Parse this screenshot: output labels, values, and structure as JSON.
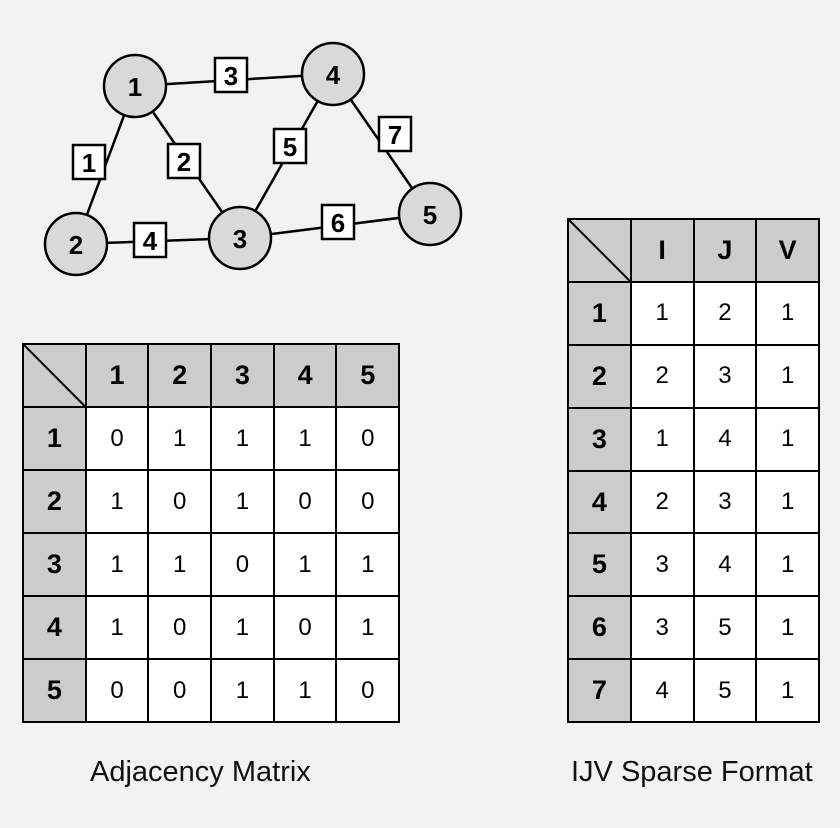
{
  "graph": {
    "nodes": [
      {
        "id": "1",
        "label": "1"
      },
      {
        "id": "2",
        "label": "2"
      },
      {
        "id": "3",
        "label": "3"
      },
      {
        "id": "4",
        "label": "4"
      },
      {
        "id": "5",
        "label": "5"
      }
    ],
    "edges": [
      {
        "from": "1",
        "to": "2",
        "label": "1"
      },
      {
        "from": "1",
        "to": "3",
        "label": "2"
      },
      {
        "from": "1",
        "to": "4",
        "label": "3"
      },
      {
        "from": "2",
        "to": "3",
        "label": "4"
      },
      {
        "from": "3",
        "to": "4",
        "label": "5"
      },
      {
        "from": "3",
        "to": "5",
        "label": "6"
      },
      {
        "from": "4",
        "to": "5",
        "label": "7"
      }
    ]
  },
  "adjacency": {
    "col_headers": [
      "1",
      "2",
      "3",
      "4",
      "5"
    ],
    "row_headers": [
      "1",
      "2",
      "3",
      "4",
      "5"
    ],
    "rows": [
      [
        "0",
        "1",
        "1",
        "1",
        "0"
      ],
      [
        "1",
        "0",
        "1",
        "0",
        "0"
      ],
      [
        "1",
        "1",
        "0",
        "1",
        "1"
      ],
      [
        "1",
        "0",
        "1",
        "0",
        "1"
      ],
      [
        "0",
        "0",
        "1",
        "1",
        "0"
      ]
    ],
    "caption": "Adjacency Matrix"
  },
  "ijv": {
    "col_headers": [
      "I",
      "J",
      "V"
    ],
    "row_headers": [
      "1",
      "2",
      "3",
      "4",
      "5",
      "6",
      "7"
    ],
    "rows": [
      [
        "1",
        "2",
        "1"
      ],
      [
        "2",
        "3",
        "1"
      ],
      [
        "1",
        "4",
        "1"
      ],
      [
        "2",
        "3",
        "1"
      ],
      [
        "3",
        "4",
        "1"
      ],
      [
        "3",
        "5",
        "1"
      ],
      [
        "4",
        "5",
        "1"
      ]
    ],
    "caption": "IJV Sparse Format"
  },
  "colors": {
    "background": "#f2f2f2",
    "node_fill": "#d9d9d9",
    "header_fill": "#cccccc",
    "cell_fill": "#ffffff",
    "line": "#000000"
  }
}
